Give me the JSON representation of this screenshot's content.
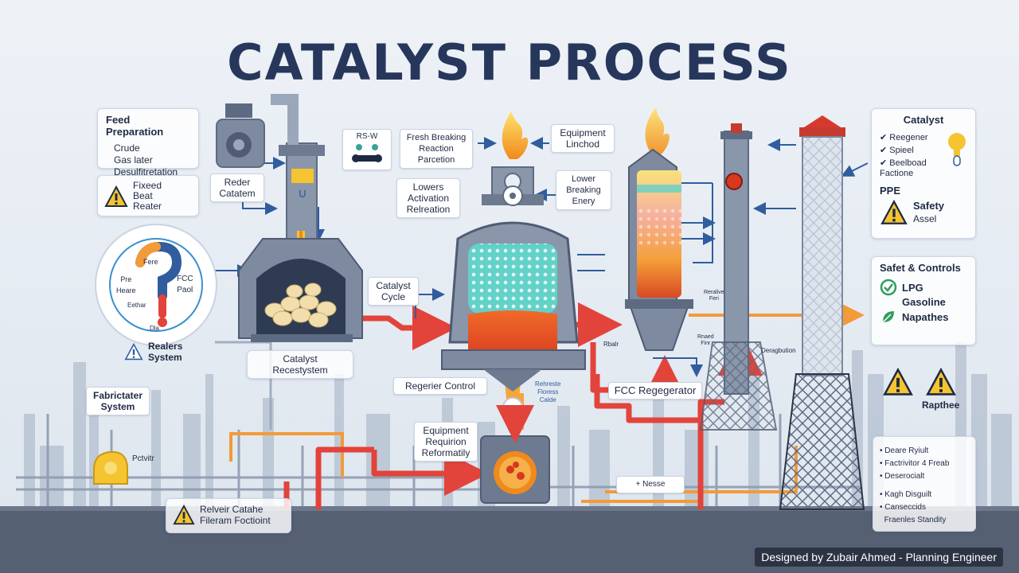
{
  "title": "CATALYST PROCESS",
  "feed": {
    "heading": "Feed Preparation",
    "lines": [
      "Crude",
      "Gas later",
      "Desulfitretation"
    ]
  },
  "fixed_bed": {
    "lines": [
      "Fixeed",
      "Beat",
      "Reater"
    ]
  },
  "question_circle": {
    "labels": {
      "top": "Fere",
      "left": "Pre\nHeare",
      "right": "FCC\nPaol",
      "mid": "Eethar",
      "bottom": "Dla"
    }
  },
  "realers_system": "Realers\nSystem",
  "fabrictater": "Fabrictater\nSystem",
  "pctvitr": "Pctvitr",
  "bottom_left_card": "Relveir Catahe\nFileram Foctioint",
  "rs_badge": "RS-W",
  "reder_catatem": "Reder\nCatatem",
  "catalyst_recesttystem": "Catalyst\nRecestystem",
  "fresh_breaking": "Fresh Breaking\nReaction\nParcetion",
  "lowers_activation": "Lowers\nActivation\nRelreation",
  "equipment_linchod": "Equipment\nLinchod",
  "lower_breaking": "Lower\nBreaking\nEnery",
  "catalyst_cycle": "Catalyst\nCycle",
  "regerier_control": "Regerier Control",
  "equipment_requirion": "Equipment\nRequirion\nReformatily",
  "small_blue_note": "Rehreste\nFloress\nCalde",
  "fcc_regenerator": "FCC Regegerator",
  "nesse": "+ Nesse",
  "small_labels": {
    "a": "Rbalr",
    "b": "Deragbution",
    "c": "Reralive\nFeri",
    "d": "Rnaed\nFinr"
  },
  "catalyst_card": {
    "heading": "Catalyst",
    "items": [
      "Reegener",
      "Spieel",
      "Beelboad\nFactione"
    ],
    "ppe": "PPE",
    "safety": "Safety",
    "assel": "Assel"
  },
  "controls_card": {
    "heading": "Safet & Controls",
    "items": [
      "LPG",
      "Gasoline",
      "Napathes"
    ]
  },
  "rapthee": "Rapthee",
  "bottom_right_list": [
    "Deare Ryiult",
    "Factrivitor 4 Freab",
    "Deserocialt",
    "Kagh Disguilt",
    "Canseccids",
    "Fraenles Standity"
  ],
  "footer": "Designed by Zubair Ahmed - Planning Engineer",
  "colors": {
    "title": "#27375c",
    "pipe_red": "#e2433a",
    "pipe_orange": "#f29b38",
    "vessel_grey": "#8a96aa",
    "catalyst_teal": "#62d2c8",
    "molten": "#e8562c",
    "accent_blue": "#2f5d9e",
    "warning_yellow": "#f5c430"
  }
}
